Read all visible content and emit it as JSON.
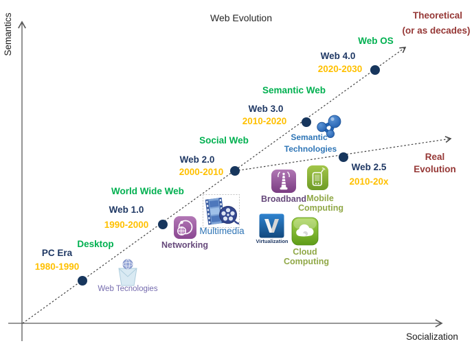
{
  "title": "Web Evolution",
  "axes": {
    "y_label": "Semantics",
    "x_label": "Socialization"
  },
  "annotations": {
    "theoretical_line1": "Theoretical",
    "theoretical_line2": "(or as decades)",
    "real_line1": "Real",
    "real_line2": "Evolution"
  },
  "milestones": [
    {
      "era": "PC Era",
      "decade": "1980-1990",
      "paradigm": "Desktop"
    },
    {
      "era": "Web 1.0",
      "decade": "1990-2000",
      "paradigm": "World Wide Web"
    },
    {
      "era": "Web 2.0",
      "decade": "2000-2010",
      "paradigm": "Social Web"
    },
    {
      "era": "Web 3.0",
      "decade": "2010-2020",
      "paradigm": "Semantic Web"
    },
    {
      "era": "Web 4.0",
      "decade": "2020-2030",
      "paradigm": "Web OS"
    },
    {
      "era": "Web 2.5",
      "decade": "2010-20x",
      "paradigm": ""
    }
  ],
  "technologies": {
    "web_tech": {
      "label": "Web Tecnologies"
    },
    "networking": {
      "label": "Networking"
    },
    "multimedia": {
      "label": "Multimedia"
    },
    "broadband": {
      "label": "Broadband"
    },
    "mobile": {
      "line1": "Mobile",
      "line2": "Computing"
    },
    "virtualization": {
      "label": "Virtualization"
    },
    "cloud": {
      "line1": "Cloud",
      "line2": "Computing"
    },
    "semantic": {
      "line1": "Semantic",
      "line2": "Technologies"
    }
  },
  "colors": {
    "era": "#1F3864",
    "decade": "#FFC000",
    "paradigm": "#00B050",
    "annotation": "#953735",
    "dot": "#17365D"
  }
}
